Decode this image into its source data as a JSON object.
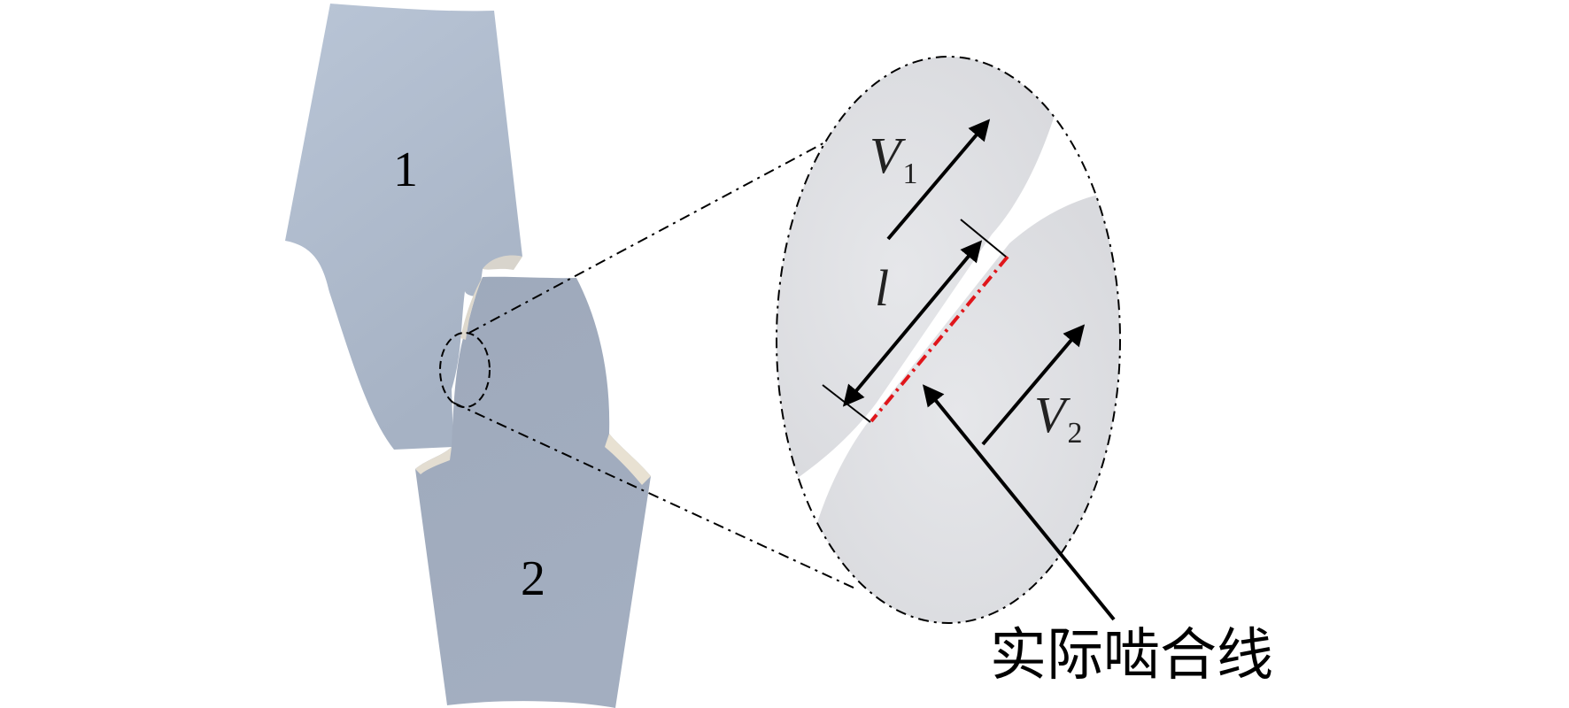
{
  "labels": {
    "gear_1": "1",
    "gear_2": "2",
    "velocity_1_symbol": "V",
    "velocity_1_subscript": "1",
    "velocity_2_symbol": "V",
    "velocity_2_subscript": "2",
    "contact_length_symbol": "l",
    "meshing_line_caption": "实际啮合线"
  },
  "colors": {
    "gear_fill": "#a9b6c9",
    "zoom_fill": "#e2e3e7",
    "meshing_line": "#e0161b",
    "arrow": "#000000"
  }
}
